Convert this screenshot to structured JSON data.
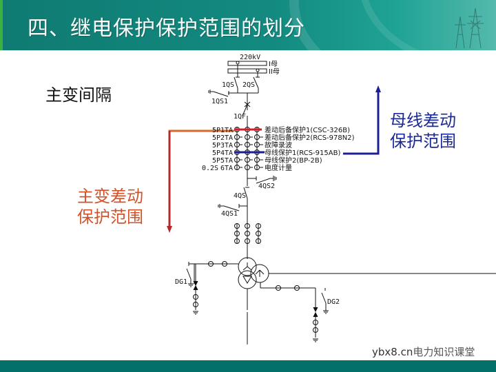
{
  "header": {
    "title": "四、继电保护保护范围的划分"
  },
  "section_label": "主变间隔",
  "diagram": {
    "bus_voltage": "220kV",
    "bus_1_label": "I母",
    "bus_2_label": "II母",
    "switches": {
      "qs1": "1QS",
      "qs2": "2QS",
      "qs1_ground": "1QS1",
      "breaker": "1QF",
      "qs4": "4QS",
      "qs4_ground1": "4QS1",
      "qs4_ground2": "4QS2",
      "dg1": "DG1",
      "dg2": "DG2"
    },
    "ct_rows": [
      {
        "accuracy": "5P",
        "name": "1TA",
        "function": "差动后备保护1(CSC-326B)"
      },
      {
        "accuracy": "5P",
        "name": "2TA",
        "function": "差动后备保护2(RCS-978N2)"
      },
      {
        "accuracy": "5P",
        "name": "3TA",
        "function": "故障录波"
      },
      {
        "accuracy": "5P",
        "name": "4TA",
        "function": "母线保护1(RCS-915AB)"
      },
      {
        "accuracy": "5P",
        "name": "5TA",
        "function": "母线保护2(BP-2B)"
      },
      {
        "accuracy": "0.2S",
        "name": "6TA",
        "function": "电度计量"
      }
    ]
  },
  "annotations": {
    "transformer_diff": {
      "line1": "主变差动",
      "line2": "保护范围",
      "color": "#d2522a",
      "arrow_color": "#b5282a"
    },
    "busbar_diff": {
      "line1": "母线差动",
      "line2": "保护范围",
      "color": "#1c2a96"
    }
  },
  "watermark": {
    "site": "ybx8.cn",
    "name": "电力知识课堂"
  },
  "colors": {
    "header_bg": "#138a80",
    "footer_bg": "#04706a"
  }
}
